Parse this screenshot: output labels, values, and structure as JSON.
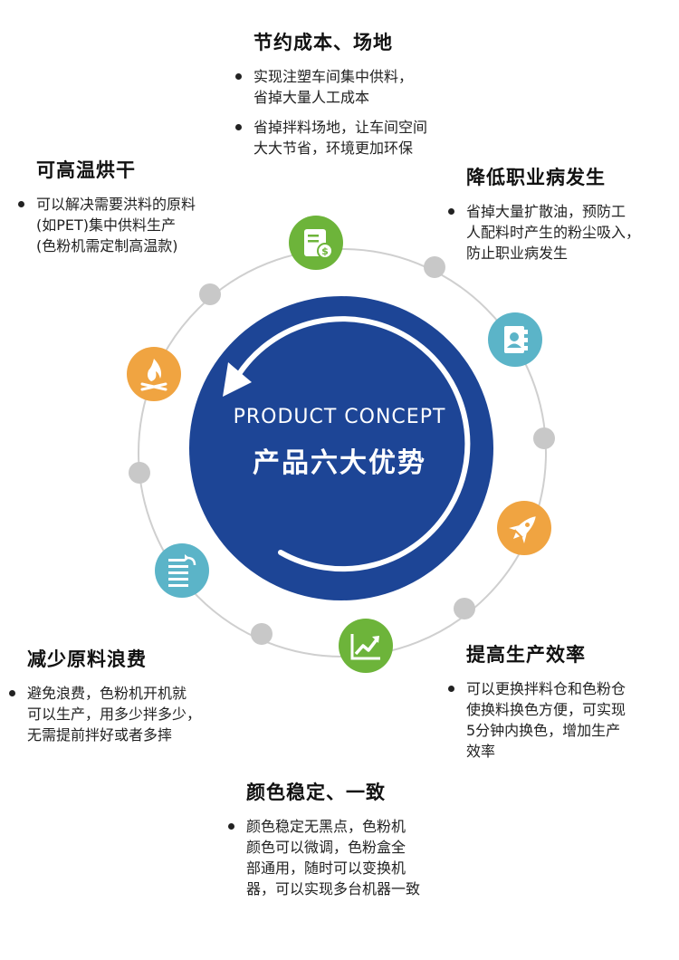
{
  "center": {
    "title_en": "PRODUCT CONCEPT",
    "title_zh": "产品六大优势"
  },
  "colors": {
    "primary_blue": "#1d4596",
    "green": "#6db43a",
    "teal": "#5bb4c8",
    "orange": "#f0a441",
    "ring_gray": "#c8c8c8"
  },
  "icons": [
    {
      "name": "document-dollar-icon",
      "color": "green"
    },
    {
      "name": "contact-book-icon",
      "color": "teal"
    },
    {
      "name": "rocket-icon",
      "color": "orange"
    },
    {
      "name": "chart-up-icon",
      "color": "green"
    },
    {
      "name": "list-return-icon",
      "color": "teal"
    },
    {
      "name": "fire-icon",
      "color": "orange"
    }
  ],
  "advantages": [
    {
      "key": "cost",
      "title": "节约成本、场地",
      "bullets": [
        [
          "实现注塑车间集中供料，",
          "省掉大量人工成本"
        ],
        [
          "省掉拌料场地，让车间空间",
          "大大节省，环境更加环保"
        ]
      ]
    },
    {
      "key": "health",
      "title": "降低职业病发生",
      "bullets": [
        [
          "省掉大量扩散油，预防工",
          "人配料时产生的粉尘吸入，",
          "防止职业病发生"
        ]
      ]
    },
    {
      "key": "efficiency",
      "title": "提高生产效率",
      "bullets": [
        [
          "可以更换拌料仓和色粉仓",
          "使换料换色方便，可实现",
          "5分钟内换色，增加生产",
          "效率"
        ]
      ]
    },
    {
      "key": "color",
      "title": "颜色稳定、一致",
      "bullets": [
        [
          "颜色稳定无黑点，色粉机",
          "颜色可以微调，色粉盒全",
          "部通用，随时可以变换机",
          "器，可以实现多台机器一致"
        ]
      ]
    },
    {
      "key": "waste",
      "title": "减少原料浪费",
      "bullets": [
        [
          "避免浪费，色粉机开机就",
          "可以生产，用多少拌多少，",
          "无需提前拌好或者多摔"
        ]
      ]
    },
    {
      "key": "drying",
      "title": "可高温烘干",
      "bullets": [
        [
          "可以解决需要洪料的原料",
          "(如PET)集中供料生产",
          "(色粉机需定制高温款)"
        ]
      ]
    }
  ]
}
